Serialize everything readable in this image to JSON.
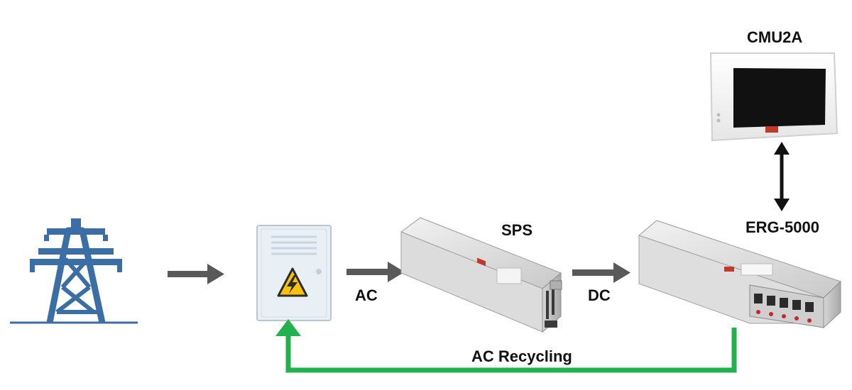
{
  "labels": {
    "cmu": "CMU2A",
    "sps": "SPS",
    "erg": "ERG-5000",
    "ac": "AC",
    "dc": "DC",
    "recycling": "AC Recycling"
  },
  "colors": {
    "tower": "#3a6ea5",
    "arrow_gray": "#595959",
    "recycle_green": "#22b14c",
    "cabinet_fill": "#e8f0f6",
    "warning_yellow": "#f6c20b"
  },
  "icons": {
    "grid": "power-tower-icon",
    "cabinet": "electrical-cabinet-icon",
    "warning": "high-voltage-warning-icon",
    "sps": "power-supply-unit-icon",
    "erg": "energy-recycling-load-icon",
    "cmu": "touch-panel-controller-icon"
  }
}
